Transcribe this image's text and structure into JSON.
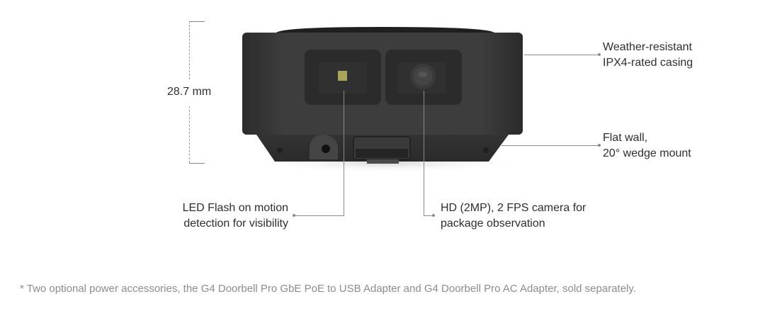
{
  "dimension": {
    "value": "28.7 mm"
  },
  "callouts": {
    "casing": {
      "line1": "Weather-resistant",
      "line2": "IPX4-rated casing"
    },
    "mount": {
      "line1": "Flat wall,",
      "line2": "20° wedge mount"
    },
    "led": {
      "line1": "LED Flash on motion",
      "line2": "detection for visibility"
    },
    "camera": {
      "line1": "HD (2MP), 2 FPS camera for",
      "line2": "package observation"
    }
  },
  "device": {
    "body_color": "#3a3a3a",
    "window_color": "#2a2a2a",
    "led_color": "#a8a55a"
  },
  "footnote": "* Two optional power accessories, the G4 Doorbell Pro GbE PoE to USB Adapter and G4 Doorbell Pro AC Adapter, sold separately."
}
